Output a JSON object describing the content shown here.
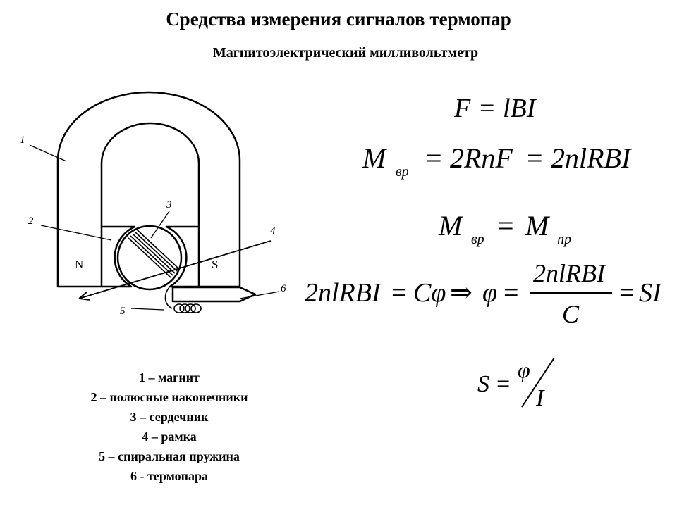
{
  "header": {
    "title": "Средства измерения сигналов термопар",
    "subtitle": "Магнитоэлектрический милливольтметр"
  },
  "diagram": {
    "callouts": [
      "1",
      "2",
      "3",
      "4",
      "5",
      "6"
    ],
    "pole_north": "N",
    "pole_south": "S"
  },
  "legend": [
    "1 – магнит",
    "2 – полюсные наконечники",
    "3 – сердечник",
    "4 – рамка",
    "5 – спиральная пружина",
    "6 - термопара"
  ],
  "formulas": {
    "f1": {
      "lhs": "F",
      "eq": "=",
      "rhs": "lBI"
    },
    "f2": {
      "m": "M",
      "sub": "вр",
      "eq1": "=",
      "mid": "2RnF",
      "eq2": "=",
      "rhs": "2nlRBI"
    },
    "f3": {
      "m1": "M",
      "sub1": "вр",
      "eq": "=",
      "m2": "M",
      "sub2": "пр"
    },
    "f4": {
      "lhs": "2nlRBI",
      "eq1": "=",
      "mid": "Cφ",
      "arrow": "⇒",
      "phi": "φ",
      "eq2": "=",
      "num": "2nlRBI",
      "den": "C",
      "eq3": "=",
      "rhs": "SI"
    },
    "f5": {
      "lhs": "S",
      "eq": "=",
      "num": "φ",
      "den": "I"
    }
  }
}
